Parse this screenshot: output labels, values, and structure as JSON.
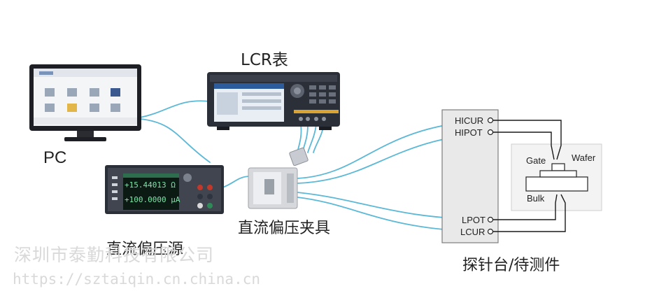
{
  "devices": {
    "pc_label": "PC",
    "lcr_label": "LCR表",
    "dc_source_label": "直流偏压源",
    "fixture_label": "直流偏压夹具",
    "probe_label": "探针台/待测件"
  },
  "dc_source_display": {
    "reading_1": "+15.44013 Ω",
    "reading_2": "+100.0000 μA"
  },
  "probe_terminals": {
    "hicur": "HICUR",
    "hipot": "HIPOT",
    "lpot": "LPOT",
    "lcur": "LCUR"
  },
  "dut": {
    "gate": "Gate",
    "wafer": "Wafer",
    "bulk": "Bulk"
  },
  "watermark": {
    "company": "深圳市泰勤科技有限公司",
    "url": "https://sztaiqin.cn.china.cn"
  },
  "colors": {
    "cable": "#5bb8d6",
    "device_dark": "#2b2f38",
    "probe_box": "#e9e9ea",
    "wafer_box": "#f3f3f3"
  }
}
